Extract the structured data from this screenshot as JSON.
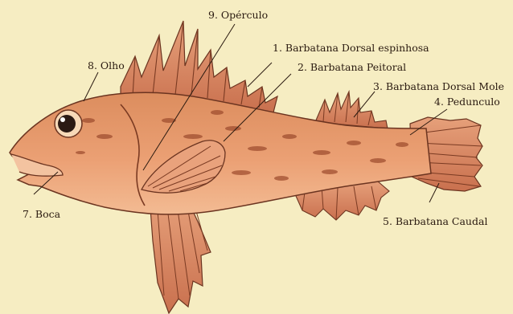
{
  "labels": {
    "barbatana_dorsal_espinhosa": "1. Barbatana Dorsal espinhosa",
    "barbatana_peitoral": "2. Barbatana Peitoral",
    "barbatana_dorsal_mole": "3. Barbatana Dorsal Mole",
    "pedunculo": "4. Pedunculo",
    "barbatana_caudal": "5. Barbatana Caudal",
    "boca": "7. Boca",
    "olho": "8. Olho",
    "operculo": "9. Opérculo"
  },
  "colors": {
    "background": "#f6edc2",
    "fish_body": "#e79a6a",
    "fish_belly": "#f3b589",
    "fin": "#d98a64",
    "outline": "#6b3420",
    "spots": "#9c4a2c",
    "text": "#2a1a10"
  }
}
